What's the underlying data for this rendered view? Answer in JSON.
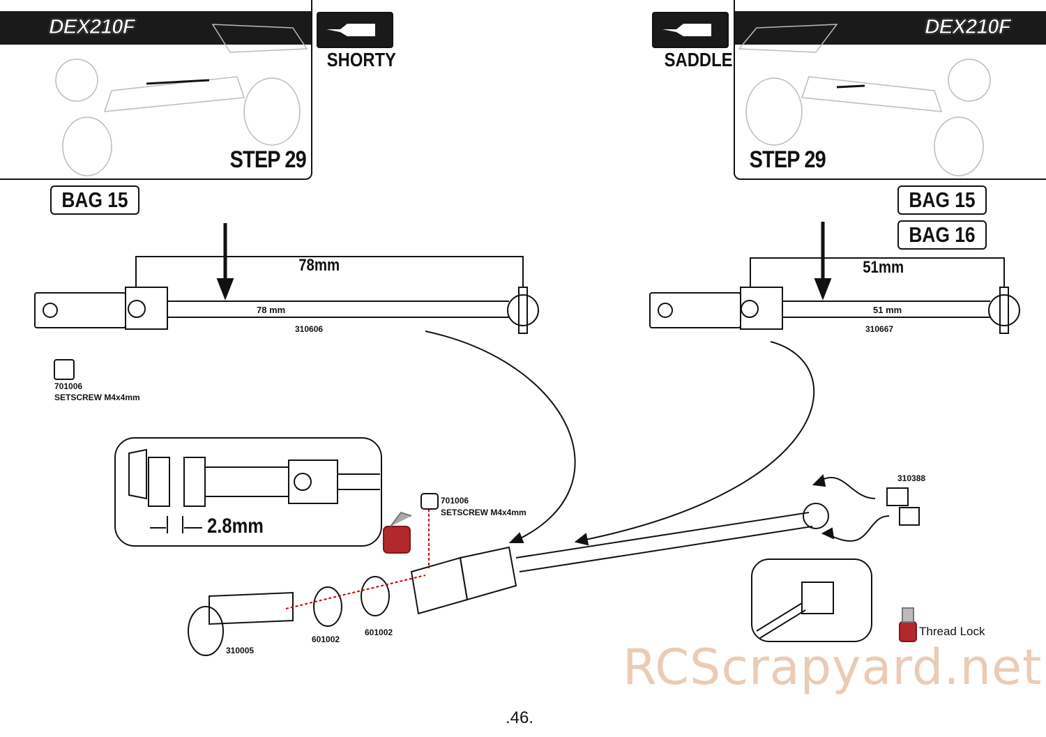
{
  "left": {
    "logo": "DEX210F",
    "step": "STEP 29",
    "chassis": "SHORTY",
    "bags": [
      "BAG 15"
    ],
    "dimension": "78mm",
    "shaft_marking": "78 mm",
    "shaft_part": "310606"
  },
  "right": {
    "logo": "DEX210F",
    "step": "STEP 29",
    "chassis": "SADDLE",
    "bags": [
      "BAG 15",
      "BAG 16"
    ],
    "dimension": "51mm",
    "shaft_marking": "51 mm",
    "shaft_part": "310667"
  },
  "setscrew_legend": {
    "part": "701006",
    "name": "SETSCREW M4x4mm"
  },
  "detail": {
    "gap": "2.8mm"
  },
  "assembly": {
    "setscrew_part": "701006",
    "setscrew_name": "SETSCREW M4x4mm",
    "gear": "310005",
    "bearing1": "601002",
    "bearing2": "601002",
    "clip": "310388"
  },
  "thread_lock": "Thread Lock",
  "watermark": "RCScrapyard.net",
  "page_number": ".46."
}
